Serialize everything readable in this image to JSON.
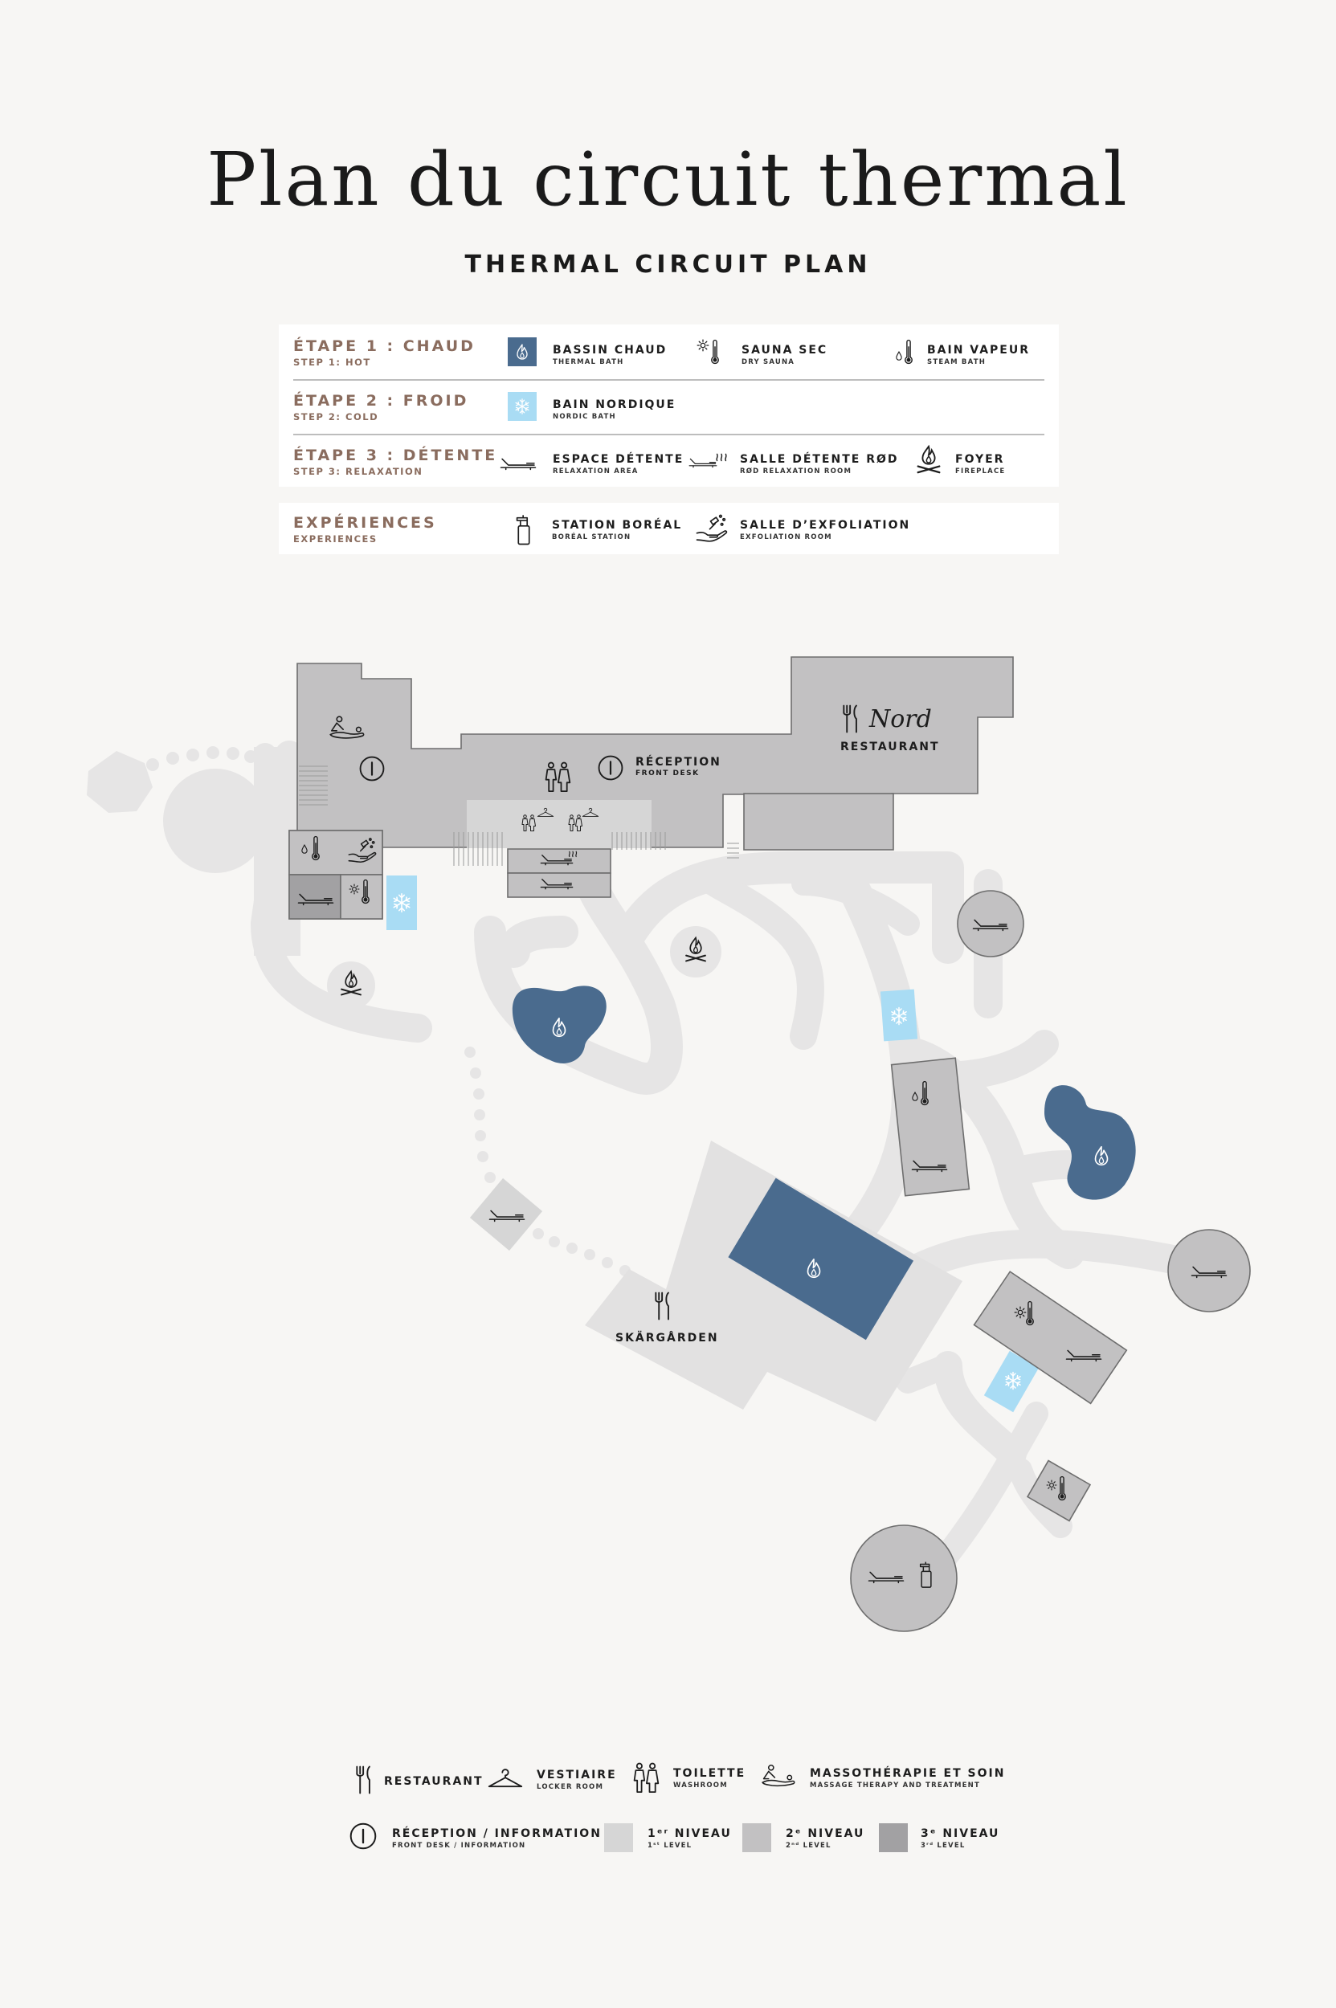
{
  "header": {
    "title": "Plan du circuit thermal",
    "subtitle": "THERMAL CIRCUIT PLAN"
  },
  "colors": {
    "background": "#f7f6f4",
    "accent_brown": "#8a6c5e",
    "hot_blue": "#4a6b8e",
    "cold_blue": "#a9dcf4",
    "level1": "#d6d6d6",
    "level2": "#c2c1c2",
    "level3": "#a2a1a3",
    "paths": "#e6e5e5"
  },
  "legend": {
    "steps": [
      {
        "title": "ÉTAPE 1 : CHAUD",
        "sub": "STEP 1: HOT",
        "items": [
          {
            "icon": "flame-icon",
            "label": "BASSIN CHAUD",
            "sub": "THERMAL BATH"
          },
          {
            "icon": "sun-thermometer-icon",
            "label": "SAUNA SEC",
            "sub": "DRY SAUNA"
          },
          {
            "icon": "drop-thermometer-icon",
            "label": "BAIN VAPEUR",
            "sub": "STEAM BATH"
          }
        ]
      },
      {
        "title": "ÉTAPE 2 : FROID",
        "sub": "STEP 2: COLD",
        "items": [
          {
            "icon": "snowflake-icon",
            "label": "BAIN NORDIQUE",
            "sub": "NORDIC BATH"
          }
        ]
      },
      {
        "title": "ÉTAPE 3 : DÉTENTE",
        "sub": "STEP 3: RELAXATION",
        "items": [
          {
            "icon": "lounge-chair-icon",
            "label": "ESPACE DÉTENTE",
            "sub": "RELAXATION AREA"
          },
          {
            "icon": "heated-lounge-chair-icon",
            "label": "SALLE DÉTENTE RØD",
            "sub": "RØD RELAXATION ROOM"
          },
          {
            "icon": "fireplace-icon",
            "label": "FOYER",
            "sub": "FIREPLACE"
          }
        ]
      }
    ],
    "experiences": {
      "title": "EXPÉRIENCES",
      "sub": "EXPERIENCES",
      "items": [
        {
          "icon": "spray-bottle-icon",
          "label": "STATION BORÉAL",
          "sub": "BORÉAL STATION"
        },
        {
          "icon": "exfoliation-hand-icon",
          "label": "SALLE D’EXFOLIATION",
          "sub": "EXFOLIATION ROOM"
        }
      ]
    }
  },
  "map": {
    "reception_label": "RÉCEPTION",
    "reception_sub": "FRONT DESK",
    "restaurant_logo": "Nord",
    "restaurant_label": "RESTAURANT",
    "skargarden_label": "SKÄRGÅRDEN"
  },
  "bottom_legend": {
    "restaurant": {
      "label": "RESTAURANT"
    },
    "vestiaire": {
      "label": "VESTIAIRE",
      "sub": "LOCKER ROOM"
    },
    "toilette": {
      "label": "TOILETTE",
      "sub": "WASHROOM"
    },
    "massage": {
      "label": "MASSOTHÉRAPIE ET SOIN",
      "sub": "MASSAGE THERAPY AND TREATMENT"
    },
    "reception": {
      "label": "RÉCEPTION / INFORMATION",
      "sub": "FRONT DESK / INFORMATION"
    },
    "level1": {
      "label": "1ᵉʳ NIVEAU",
      "sub": "1ˢᵗ LEVEL"
    },
    "level2": {
      "label": "2ᵉ NIVEAU",
      "sub": "2ⁿᵈ LEVEL"
    },
    "level3": {
      "label": "3ᵉ NIVEAU",
      "sub": "3ʳᵈ LEVEL"
    }
  }
}
